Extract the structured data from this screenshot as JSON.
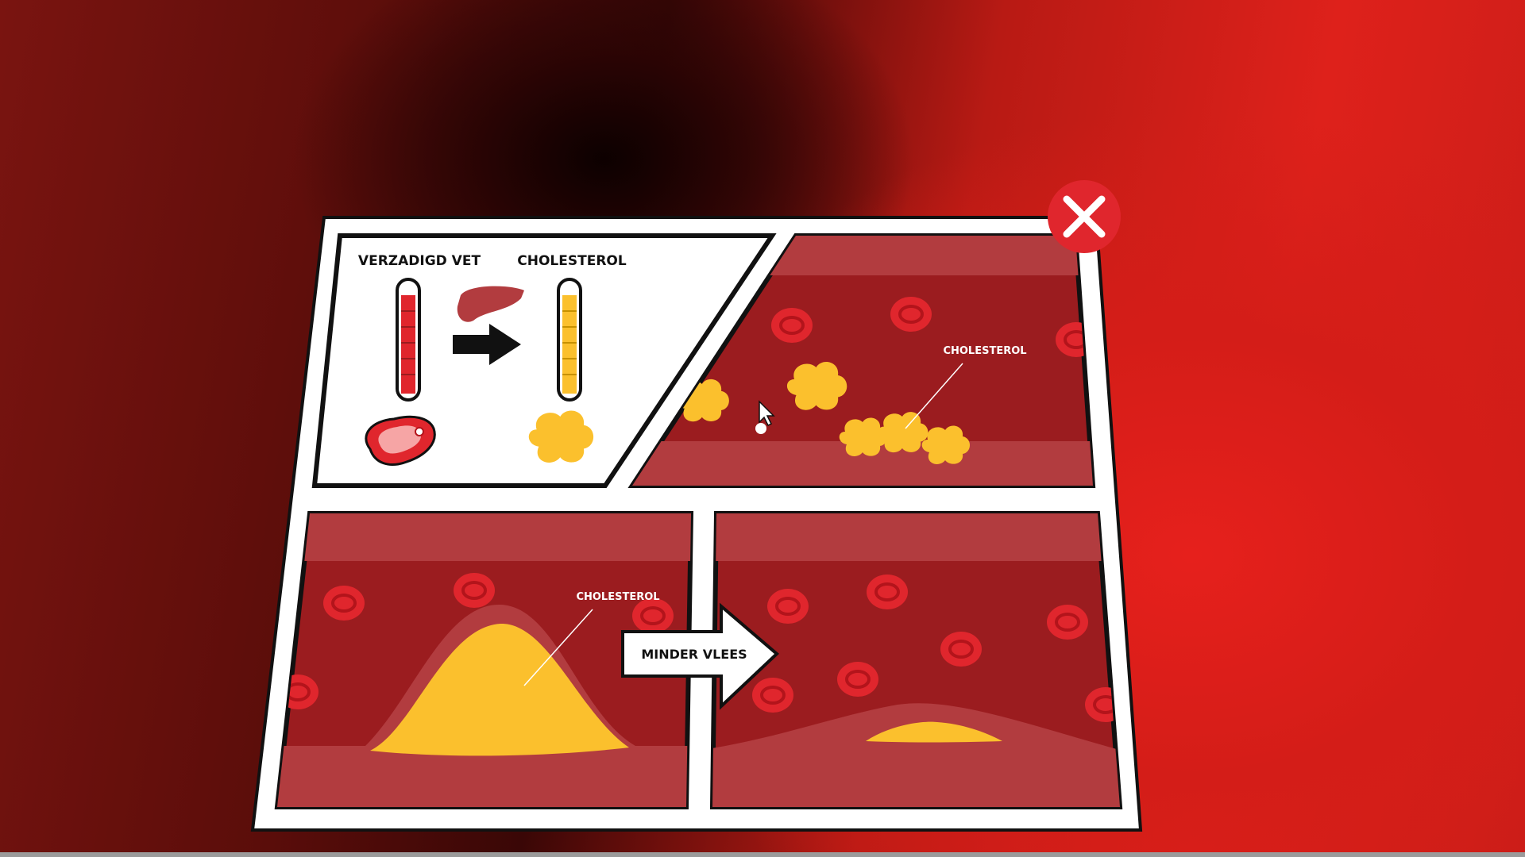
{
  "panel1": {
    "label_left": "VERZADIGD VET",
    "label_right": "CHOLESTEROL"
  },
  "panel2": {
    "label": "CHOLESTEROL"
  },
  "panel3": {
    "label": "CHOLESTEROL"
  },
  "arrow_label": "MINDER VLEES",
  "close_button": "close",
  "colors": {
    "vessel_dark": "#9b1c1f",
    "vessel_band": "#b23c3f",
    "cell": "#e0262d",
    "cholesterol": "#fbc02d",
    "close": "#e0262d"
  }
}
